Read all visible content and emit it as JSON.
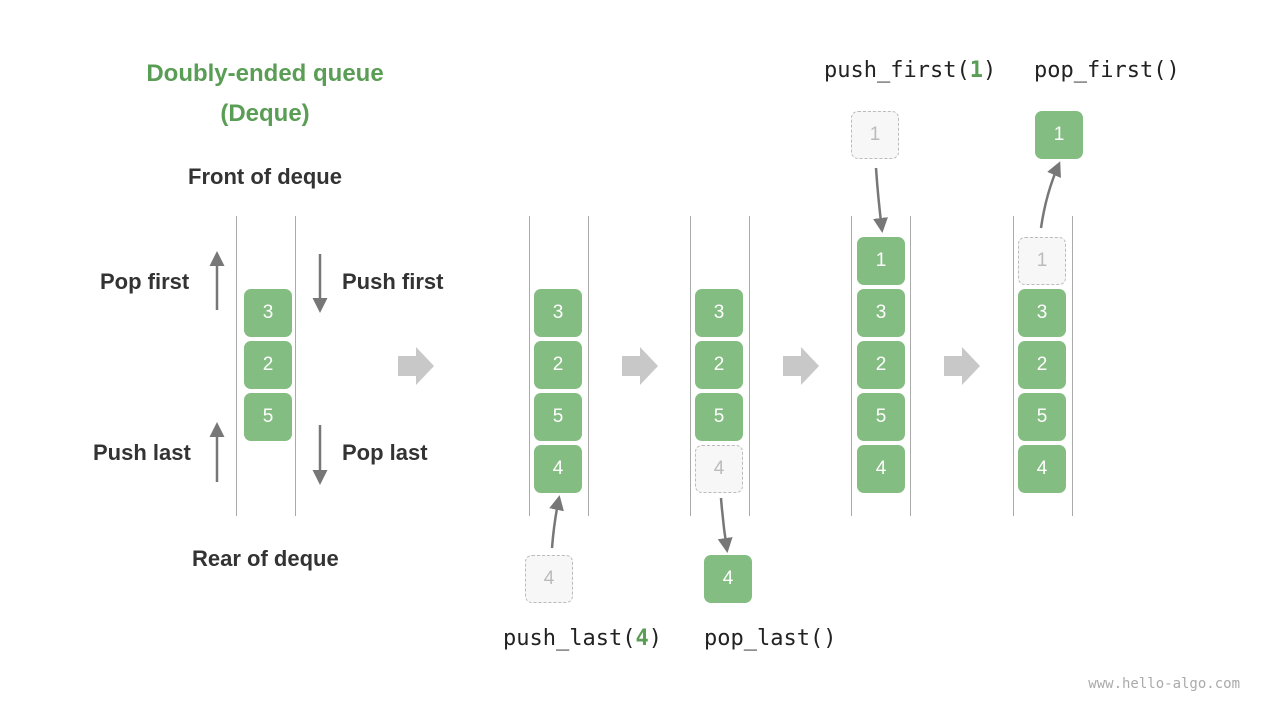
{
  "title": {
    "line1": "Doubly-ended queue",
    "line2": "(Deque)"
  },
  "labels": {
    "front": "Front of deque",
    "rear": "Rear of deque",
    "pop_first": "Pop first",
    "push_first": "Push first",
    "push_last": "Push last",
    "pop_last": "Pop last"
  },
  "operations": {
    "push_last": {
      "name": "push_last(",
      "arg": "4",
      "close": ")"
    },
    "pop_last": {
      "name": "pop_last()"
    },
    "push_first": {
      "name": "push_first(",
      "arg": "1",
      "close": ")"
    },
    "pop_first": {
      "name": "pop_first()"
    }
  },
  "stages": [
    {
      "items": [
        "3",
        "2",
        "5"
      ]
    },
    {
      "items": [
        "3",
        "2",
        "5",
        "4"
      ],
      "incoming": "4"
    },
    {
      "items": [
        "3",
        "2",
        "5",
        "4"
      ],
      "outgoing": "4"
    },
    {
      "items": [
        "1",
        "3",
        "2",
        "5",
        "4"
      ],
      "incoming": "1"
    },
    {
      "items": [
        "1",
        "3",
        "2",
        "5",
        "4"
      ],
      "outgoing": "1"
    }
  ],
  "watermark": "www.hello-algo.com",
  "colors": {
    "element": "#84bd82",
    "title": "#5a9e56",
    "arrow": "#777777",
    "step_arrow": "#c8c8c8"
  }
}
